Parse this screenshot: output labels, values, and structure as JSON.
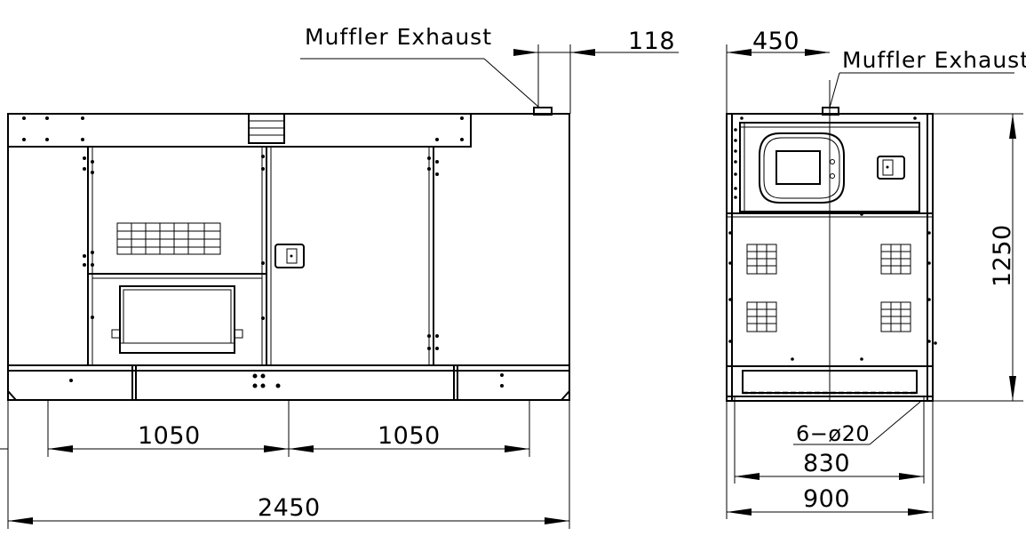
{
  "labels": {
    "front_muffler": "Muffler Exhaust",
    "side_muffler": "Muffler Exhaust"
  },
  "dimensions": {
    "exhaust_offset": "118",
    "left_half": "1050",
    "right_half": "1050",
    "total_length": "2450",
    "side_exhaust_offset": "450",
    "height": "1250",
    "holes": "6−ø20",
    "hole_spacing": "830",
    "total_width": "900"
  }
}
